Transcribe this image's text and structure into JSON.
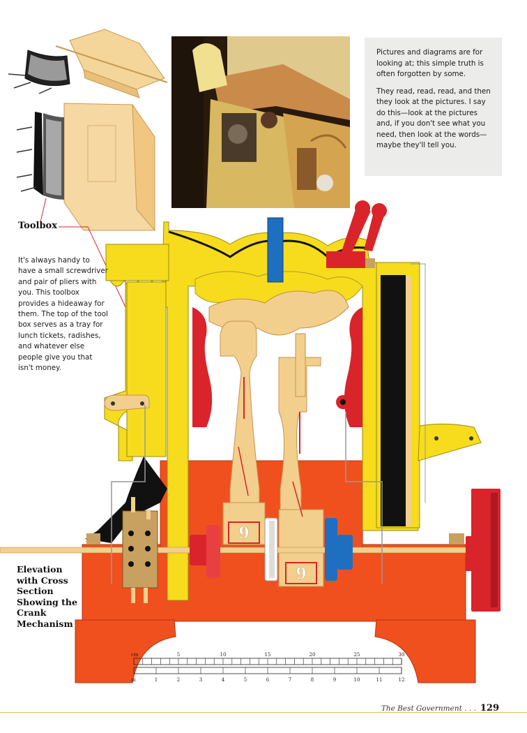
{
  "callout": {
    "p1": "Pictures and diagrams are for looking at; this simple truth is often forgotten by some.",
    "p2": "They read, read, read, and then they look at the pictures. I say do this—look at the pictures and, if you don't see what you need, then look at the words—maybe they'll tell you."
  },
  "toolbox": {
    "title": "Toolbox",
    "text": "It's always handy to have a small screwdriver and pair of pliers with you. This toolbox provides a hideaway for them. The top of the tool box serves as a tray for lunch tickets, radishes, and whatever else people give you that isn't money."
  },
  "elevation_title": "Elevation with Cross Section Showing the Crank Mechanism",
  "medallions": [
    "9",
    "9"
  ],
  "ruler": {
    "cm_label": "cm",
    "cm_ticks": [
      "5",
      "10",
      "15",
      "20",
      "25",
      "30"
    ],
    "in_label": "in",
    "in_ticks": [
      "1",
      "2",
      "3",
      "4",
      "5",
      "6",
      "7",
      "8",
      "9",
      "10",
      "11",
      "12"
    ]
  },
  "footer": {
    "section": "The Best Government . . .",
    "page": "129"
  },
  "colors": {
    "yellow": "#f6dc1c",
    "orange_red": "#f0501e",
    "tan": "#f2cf8c",
    "red": "#d8242a",
    "blue": "#1f6fc0",
    "black": "#111111"
  }
}
